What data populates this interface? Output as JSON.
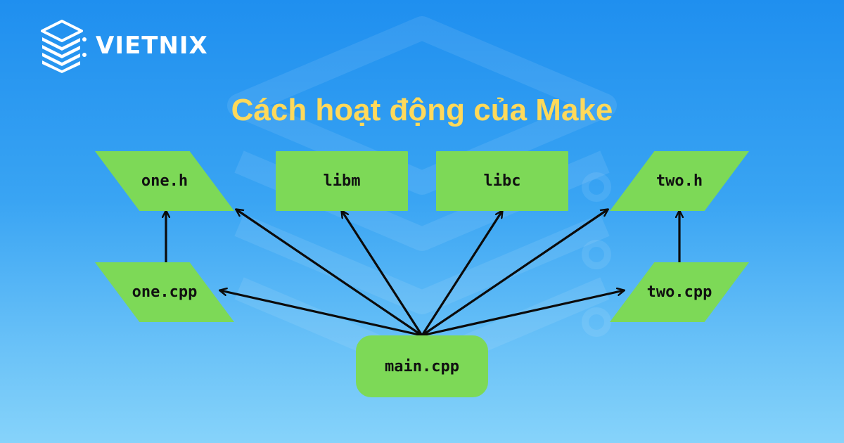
{
  "brand": {
    "name": "VIETNIX"
  },
  "title": "Cách hoạt động của Make",
  "colors": {
    "node_fill": "#7dd957",
    "title": "#ffd95a",
    "arrow": "#0b0b0b",
    "background_top": "#1f8fef",
    "background_bottom": "#86d3fa"
  },
  "icons": {
    "logo": "stacked-server-layers-icon"
  },
  "diagram": {
    "nodes": [
      {
        "id": "one_h",
        "label": "one.h",
        "shape": "parallelogram"
      },
      {
        "id": "libm",
        "label": "libm",
        "shape": "rectangle"
      },
      {
        "id": "libc",
        "label": "libc",
        "shape": "rectangle"
      },
      {
        "id": "two_h",
        "label": "two.h",
        "shape": "parallelogram"
      },
      {
        "id": "one_cpp",
        "label": "one.cpp",
        "shape": "parallelogram"
      },
      {
        "id": "two_cpp",
        "label": "two.cpp",
        "shape": "parallelogram"
      },
      {
        "id": "main_cpp",
        "label": "main.cpp",
        "shape": "rounded-rectangle"
      }
    ],
    "edges": [
      {
        "from": "one_cpp",
        "to": "one_h"
      },
      {
        "from": "two_cpp",
        "to": "two_h"
      },
      {
        "from": "main_cpp",
        "to": "one_cpp"
      },
      {
        "from": "main_cpp",
        "to": "one_h"
      },
      {
        "from": "main_cpp",
        "to": "libm"
      },
      {
        "from": "main_cpp",
        "to": "libc"
      },
      {
        "from": "main_cpp",
        "to": "two_h"
      },
      {
        "from": "main_cpp",
        "to": "two_cpp"
      }
    ]
  }
}
